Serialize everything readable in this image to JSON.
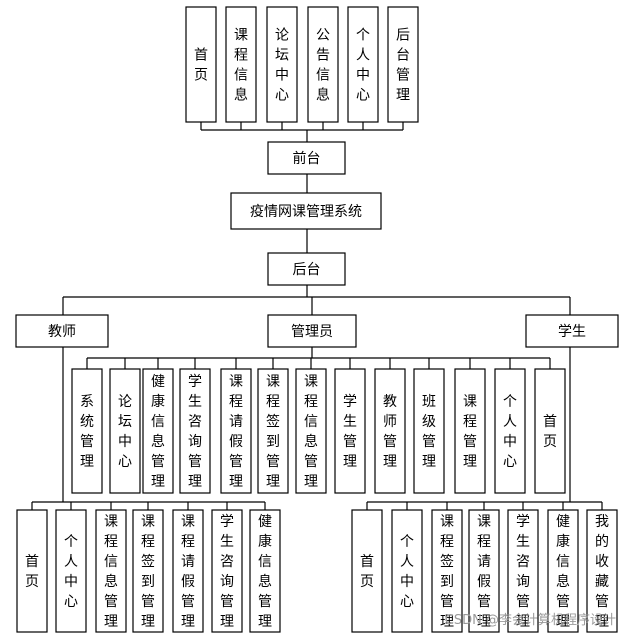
{
  "title": "疫情网课管理系统",
  "front": {
    "label": "前台",
    "items": [
      "首页",
      "课程信息",
      "论坛中心",
      "公告信息",
      "个人中心",
      "后台管理"
    ]
  },
  "back": {
    "label": "后台"
  },
  "teacher": {
    "label": "教师",
    "items": [
      "首页",
      "个人中心",
      "课程信息管理",
      "课程签到管理",
      "课程请假管理",
      "学生咨询管理",
      "健康信息管理"
    ]
  },
  "admin": {
    "label": "管理员",
    "items": [
      "系统管理",
      "论坛中心",
      "健康信息管理",
      "学生咨询管理",
      "课程请假管理",
      "课程签到管理",
      "课程信息管理",
      "学生管理",
      "教师管理",
      "班级管理",
      "课程管理",
      "个人中心",
      "首页"
    ]
  },
  "student": {
    "label": "学生",
    "items": [
      "首页",
      "个人中心",
      "课程签到管理",
      "课程请假管理",
      "学生咨询管理",
      "健康信息管理",
      "我的收藏管理"
    ]
  },
  "watermark": "CSDN @李会计算机程序设计"
}
